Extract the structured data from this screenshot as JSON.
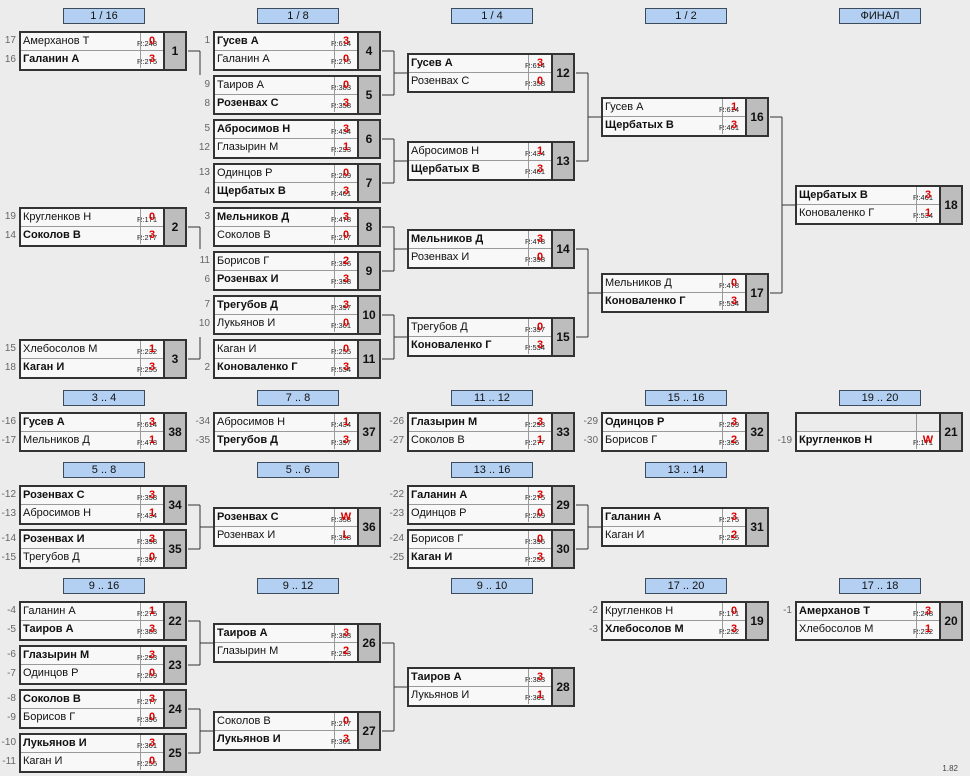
{
  "round_headers": [
    "1 / 16",
    "1 / 8",
    "1 / 4",
    "1 / 2",
    "ФИНАЛ",
    "3 .. 4",
    "7 .. 8",
    "11 .. 12",
    "15 .. 16",
    "19 .. 20",
    "5 .. 8",
    "5 .. 6",
    "13 .. 16",
    "13 .. 14",
    "9 .. 16",
    "9 .. 12",
    "9 .. 10",
    "17 .. 20",
    "17 .. 18"
  ],
  "matches": [
    {
      "num": "1",
      "p": [
        {
          "name": "Амерханов Т",
          "rating": "R:248",
          "score": "0",
          "win": false,
          "seed": "17"
        },
        {
          "name": "Галанин А",
          "rating": "R:275",
          "score": "3",
          "win": true,
          "seed": "16"
        }
      ]
    },
    {
      "num": "2",
      "p": [
        {
          "name": "Кругленков Н",
          "rating": "R:171",
          "score": "0",
          "win": false,
          "seed": "19"
        },
        {
          "name": "Соколов В",
          "rating": "R:277",
          "score": "3",
          "win": true,
          "seed": "14"
        }
      ]
    },
    {
      "num": "3",
      "p": [
        {
          "name": "Хлебосолов М",
          "rating": "R:232",
          "score": "1",
          "win": false,
          "seed": "15"
        },
        {
          "name": "Каган И",
          "rating": "R:255",
          "score": "3",
          "win": true,
          "seed": "18"
        }
      ]
    },
    {
      "num": "4",
      "p": [
        {
          "name": "Гусев А",
          "rating": "R:614",
          "score": "3",
          "win": true,
          "seed": "1"
        },
        {
          "name": "Галанин А",
          "rating": "R:275",
          "score": "0",
          "win": false,
          "seed": ""
        }
      ]
    },
    {
      "num": "5",
      "p": [
        {
          "name": "Таиров А",
          "rating": "R:383",
          "score": "0",
          "win": false,
          "seed": "9"
        },
        {
          "name": "Розенвах С",
          "rating": "R:358",
          "score": "3",
          "win": true,
          "seed": "8"
        }
      ]
    },
    {
      "num": "6",
      "p": [
        {
          "name": "Абросимов Н",
          "rating": "R:434",
          "score": "3",
          "win": true,
          "seed": "5"
        },
        {
          "name": "Глазырин М",
          "rating": "R:293",
          "score": "1",
          "win": false,
          "seed": "12"
        }
      ]
    },
    {
      "num": "7",
      "p": [
        {
          "name": "Одинцов Р",
          "rating": "R:209",
          "score": "0",
          "win": false,
          "seed": "13"
        },
        {
          "name": "Щербатых В",
          "rating": "R:461",
          "score": "3",
          "win": true,
          "seed": "4"
        }
      ]
    },
    {
      "num": "8",
      "p": [
        {
          "name": "Мельников Д",
          "rating": "R:478",
          "score": "3",
          "win": true,
          "seed": "3"
        },
        {
          "name": "Соколов В",
          "rating": "R:277",
          "score": "0",
          "win": false,
          "seed": ""
        }
      ]
    },
    {
      "num": "9",
      "p": [
        {
          "name": "Борисов Г",
          "rating": "R:396",
          "score": "2",
          "win": false,
          "seed": "11"
        },
        {
          "name": "Розенвах И",
          "rating": "R:398",
          "score": "3",
          "win": true,
          "seed": "6"
        }
      ]
    },
    {
      "num": "10",
      "p": [
        {
          "name": "Трегубов Д",
          "rating": "R:397",
          "score": "3",
          "win": true,
          "seed": "7"
        },
        {
          "name": "Лукьянов И",
          "rating": "R:361",
          "score": "0",
          "win": false,
          "seed": "10"
        }
      ]
    },
    {
      "num": "11",
      "p": [
        {
          "name": "Каган И",
          "rating": "R:255",
          "score": "0",
          "win": false,
          "seed": ""
        },
        {
          "name": "Коноваленко Г",
          "rating": "R:534",
          "score": "3",
          "win": true,
          "seed": "2"
        }
      ]
    },
    {
      "num": "12",
      "p": [
        {
          "name": "Гусев А",
          "rating": "R:614",
          "score": "3",
          "win": true,
          "seed": ""
        },
        {
          "name": "Розенвах С",
          "rating": "R:358",
          "score": "0",
          "win": false,
          "seed": ""
        }
      ]
    },
    {
      "num": "13",
      "p": [
        {
          "name": "Абросимов Н",
          "rating": "R:434",
          "score": "1",
          "win": false,
          "seed": ""
        },
        {
          "name": "Щербатых В",
          "rating": "R:461",
          "score": "3",
          "win": true,
          "seed": ""
        }
      ]
    },
    {
      "num": "14",
      "p": [
        {
          "name": "Мельников Д",
          "rating": "R:478",
          "score": "3",
          "win": true,
          "seed": ""
        },
        {
          "name": "Розенвах И",
          "rating": "R:398",
          "score": "0",
          "win": false,
          "seed": ""
        }
      ]
    },
    {
      "num": "15",
      "p": [
        {
          "name": "Трегубов Д",
          "rating": "R:397",
          "score": "0",
          "win": false,
          "seed": ""
        },
        {
          "name": "Коноваленко Г",
          "rating": "R:534",
          "score": "3",
          "win": true,
          "seed": ""
        }
      ]
    },
    {
      "num": "16",
      "p": [
        {
          "name": "Гусев А",
          "rating": "R:614",
          "score": "1",
          "win": false,
          "seed": ""
        },
        {
          "name": "Щербатых В",
          "rating": "R:461",
          "score": "3",
          "win": true,
          "seed": ""
        }
      ]
    },
    {
      "num": "17",
      "p": [
        {
          "name": "Мельников Д",
          "rating": "R:478",
          "score": "0",
          "win": false,
          "seed": ""
        },
        {
          "name": "Коноваленко Г",
          "rating": "R:534",
          "score": "3",
          "win": true,
          "seed": ""
        }
      ]
    },
    {
      "num": "18",
      "p": [
        {
          "name": "Щербатых В",
          "rating": "R:461",
          "score": "3",
          "win": true,
          "seed": ""
        },
        {
          "name": "Коноваленко Г",
          "rating": "R:534",
          "score": "1",
          "win": false,
          "seed": ""
        }
      ]
    },
    {
      "num": "38",
      "p": [
        {
          "name": "Гусев А",
          "rating": "R:614",
          "score": "3",
          "win": true,
          "seed": "-16"
        },
        {
          "name": "Мельников Д",
          "rating": "R:478",
          "score": "1",
          "win": false,
          "seed": "-17"
        }
      ]
    },
    {
      "num": "37",
      "p": [
        {
          "name": "Абросимов Н",
          "rating": "R:434",
          "score": "1",
          "win": false,
          "seed": "-34"
        },
        {
          "name": "Трегубов Д",
          "rating": "R:397",
          "score": "3",
          "win": true,
          "seed": "-35"
        }
      ]
    },
    {
      "num": "33",
      "p": [
        {
          "name": "Глазырин М",
          "rating": "R:293",
          "score": "3",
          "win": true,
          "seed": "-26"
        },
        {
          "name": "Соколов В",
          "rating": "R:277",
          "score": "1",
          "win": false,
          "seed": "-27"
        }
      ]
    },
    {
      "num": "32",
      "p": [
        {
          "name": "Одинцов Р",
          "rating": "R:209",
          "score": "3",
          "win": true,
          "seed": "-29"
        },
        {
          "name": "Борисов Г",
          "rating": "R:396",
          "score": "2",
          "win": false,
          "seed": "-30"
        }
      ]
    },
    {
      "num": "21",
      "p": [
        {
          "name": "",
          "rating": "",
          "score": "",
          "win": false,
          "seed": ""
        },
        {
          "name": "Кругленков Н",
          "rating": "R:171",
          "score": "W",
          "win": true,
          "seed": "-19"
        }
      ]
    },
    {
      "num": "34",
      "p": [
        {
          "name": "Розенвах С",
          "rating": "R:358",
          "score": "3",
          "win": true,
          "seed": "-12"
        },
        {
          "name": "Абросимов Н",
          "rating": "R:434",
          "score": "1",
          "win": false,
          "seed": "-13"
        }
      ]
    },
    {
      "num": "35",
      "p": [
        {
          "name": "Розенвах И",
          "rating": "R:398",
          "score": "3",
          "win": true,
          "seed": "-14"
        },
        {
          "name": "Трегубов Д",
          "rating": "R:397",
          "score": "0",
          "win": false,
          "seed": "-15"
        }
      ]
    },
    {
      "num": "36",
      "p": [
        {
          "name": "Розенвах С",
          "rating": "R:358",
          "score": "W",
          "win": true,
          "seed": ""
        },
        {
          "name": "Розенвах И",
          "rating": "R:398",
          "score": "L",
          "win": false,
          "seed": ""
        }
      ]
    },
    {
      "num": "29",
      "p": [
        {
          "name": "Галанин А",
          "rating": "R:275",
          "score": "3",
          "win": true,
          "seed": "-22"
        },
        {
          "name": "Одинцов Р",
          "rating": "R:209",
          "score": "0",
          "win": false,
          "seed": "-23"
        }
      ]
    },
    {
      "num": "30",
      "p": [
        {
          "name": "Борисов Г",
          "rating": "R:396",
          "score": "0",
          "win": false,
          "seed": "-24"
        },
        {
          "name": "Каган И",
          "rating": "R:255",
          "score": "3",
          "win": true,
          "seed": "-25"
        }
      ]
    },
    {
      "num": "31",
      "p": [
        {
          "name": "Галанин А",
          "rating": "R:275",
          "score": "3",
          "win": true,
          "seed": ""
        },
        {
          "name": "Каган И",
          "rating": "R:255",
          "score": "2",
          "win": false,
          "seed": ""
        }
      ]
    },
    {
      "num": "22",
      "p": [
        {
          "name": "Галанин А",
          "rating": "R:275",
          "score": "1",
          "win": false,
          "seed": "-4"
        },
        {
          "name": "Таиров А",
          "rating": "R:383",
          "score": "3",
          "win": true,
          "seed": "-5"
        }
      ]
    },
    {
      "num": "23",
      "p": [
        {
          "name": "Глазырин М",
          "rating": "R:293",
          "score": "3",
          "win": true,
          "seed": "-6"
        },
        {
          "name": "Одинцов Р",
          "rating": "R:209",
          "score": "0",
          "win": false,
          "seed": "-7"
        }
      ]
    },
    {
      "num": "24",
      "p": [
        {
          "name": "Соколов В",
          "rating": "R:277",
          "score": "3",
          "win": true,
          "seed": "-8"
        },
        {
          "name": "Борисов Г",
          "rating": "R:396",
          "score": "0",
          "win": false,
          "seed": "-9"
        }
      ]
    },
    {
      "num": "25",
      "p": [
        {
          "name": "Лукьянов И",
          "rating": "R:361",
          "score": "3",
          "win": true,
          "seed": "-10"
        },
        {
          "name": "Каган И",
          "rating": "R:255",
          "score": "0",
          "win": false,
          "seed": "-11"
        }
      ]
    },
    {
      "num": "26",
      "p": [
        {
          "name": "Таиров А",
          "rating": "R:383",
          "score": "3",
          "win": true,
          "seed": ""
        },
        {
          "name": "Глазырин М",
          "rating": "R:293",
          "score": "2",
          "win": false,
          "seed": ""
        }
      ]
    },
    {
      "num": "27",
      "p": [
        {
          "name": "Соколов В",
          "rating": "R:277",
          "score": "0",
          "win": false,
          "seed": ""
        },
        {
          "name": "Лукьянов И",
          "rating": "R:361",
          "score": "3",
          "win": true,
          "seed": ""
        }
      ]
    },
    {
      "num": "28",
      "p": [
        {
          "name": "Таиров А",
          "rating": "R:383",
          "score": "3",
          "win": true,
          "seed": ""
        },
        {
          "name": "Лукьянов И",
          "rating": "R:361",
          "score": "1",
          "win": false,
          "seed": ""
        }
      ]
    },
    {
      "num": "19",
      "p": [
        {
          "name": "Кругленков Н",
          "rating": "R:171",
          "score": "0",
          "win": false,
          "seed": "-2"
        },
        {
          "name": "Хлебосолов М",
          "rating": "R:232",
          "score": "3",
          "win": true,
          "seed": "-3"
        }
      ]
    },
    {
      "num": "20",
      "p": [
        {
          "name": "Амерханов Т",
          "rating": "R:248",
          "score": "3",
          "win": true,
          "seed": "-1"
        },
        {
          "name": "Хлебосолов М",
          "rating": "R:232",
          "score": "1",
          "win": false,
          "seed": ""
        }
      ]
    }
  ],
  "version": "1.82",
  "colors": {
    "header_bg": "#b3d0f2",
    "score": "#e00000",
    "num_bg": "#bdbdbd",
    "page_bg": "#ececec",
    "line": "#333333"
  }
}
